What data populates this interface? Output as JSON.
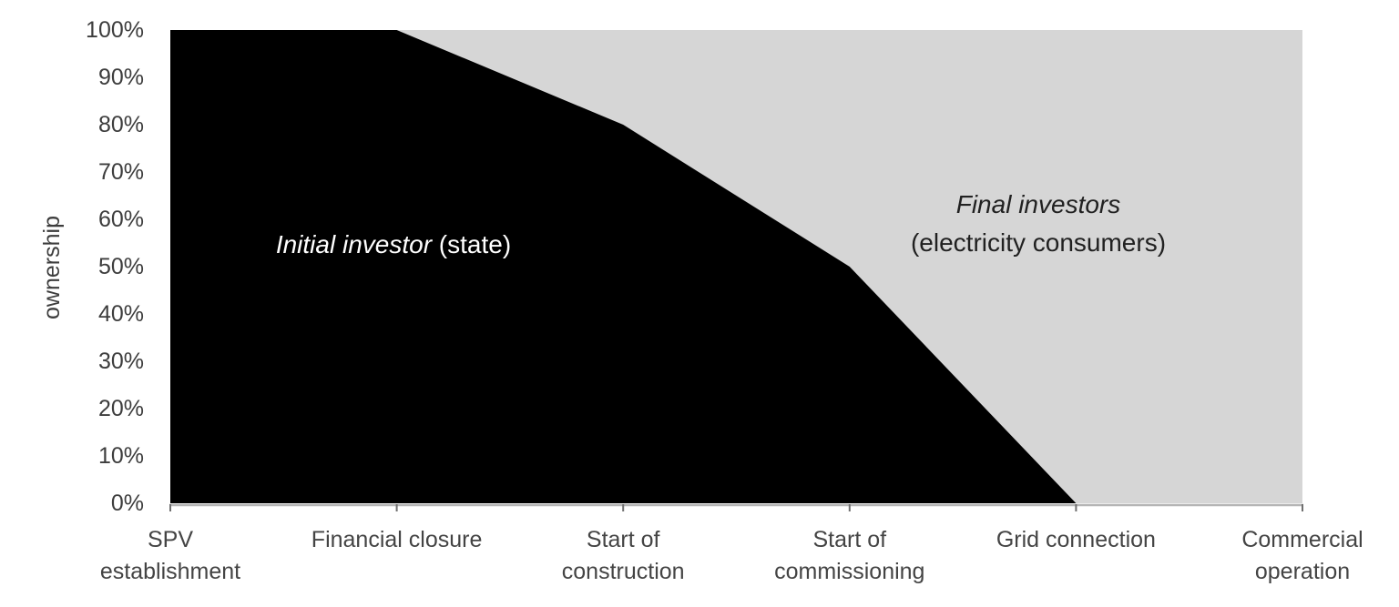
{
  "chart_data": {
    "type": "area",
    "stacked": true,
    "title": "",
    "xlabel": "",
    "ylabel": "ownership",
    "ylim": [
      0,
      100
    ],
    "grid": false,
    "legend": "none",
    "y_tick_labels": [
      "100%",
      "90%",
      "80%",
      "70%",
      "60%",
      "50%",
      "40%",
      "30%",
      "20%",
      "10%",
      "0%"
    ],
    "categories": [
      "SPV establishment",
      "Financial closure",
      "Start of construction",
      "Start of commissioning",
      "Grid connection",
      "Commercial operation"
    ],
    "category_label_lines": [
      [
        "SPV",
        "establishment"
      ],
      [
        "Financial closure"
      ],
      [
        "Start of",
        "construction"
      ],
      [
        "Start of",
        "commissioning"
      ],
      [
        "Grid connection"
      ],
      [
        "Commercial",
        "operation"
      ]
    ],
    "series": [
      {
        "name": "Initial investor (state)",
        "color": "#000000",
        "values": [
          100,
          100,
          80,
          50,
          0,
          0
        ]
      },
      {
        "name": "Final investors (electricity consumers)",
        "color": "#d6d6d6",
        "values": [
          0,
          0,
          20,
          50,
          100,
          100
        ]
      }
    ]
  },
  "annotations": {
    "initial_investor": {
      "italic": "Initial investor",
      "regular": " (state)"
    },
    "final_investors": {
      "italic": "Final investors",
      "line2": "(electricity consumers)"
    }
  },
  "colors": {
    "initial_area": "#000000",
    "final_area": "#d6d6d6",
    "axis_text": "#3d3d3d",
    "axis_line": "#b5b5b5",
    "tick_mark": "#6f6f6f",
    "label_on_dark": "#ffffff",
    "label_on_light": "#212121"
  }
}
